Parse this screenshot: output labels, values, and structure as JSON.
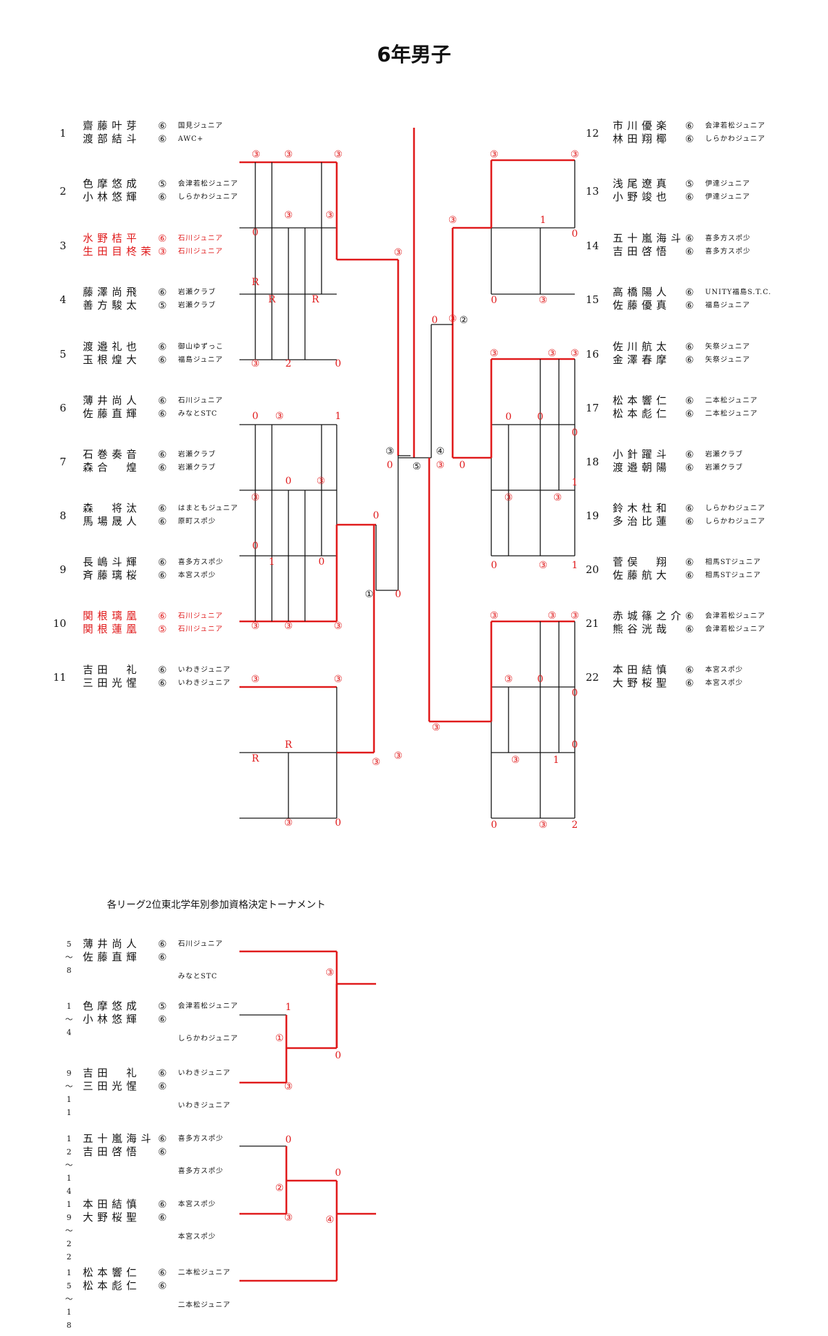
{
  "title": "6年男子",
  "subtitle": "各リーグ2位東北学年別参加資格決定トーナメント",
  "colors": {
    "winner_line": "#e0191a",
    "line": "#111111",
    "winner_text": "#e0191a"
  },
  "left": [
    {
      "seed": "1",
      "highlight": false,
      "players": [
        {
          "name": "齋藤叶芽",
          "grade": "⑥",
          "club": "国見ジュニア"
        },
        {
          "name": "渡部結斗",
          "grade": "⑥",
          "club": "AWC+"
        }
      ]
    },
    {
      "seed": "2",
      "highlight": false,
      "players": [
        {
          "name": "色摩悠成",
          "grade": "⑤",
          "club": "会津若松ジュニア"
        },
        {
          "name": "小林悠輝",
          "grade": "⑥",
          "club": "しらかわジュニア"
        }
      ]
    },
    {
      "seed": "3",
      "highlight": true,
      "players": [
        {
          "name": "水野桔平",
          "grade": "⑥",
          "club": "石川ジュニア"
        },
        {
          "name": "生田目柊茉",
          "grade": "③",
          "club": "石川ジュニア"
        }
      ]
    },
    {
      "seed": "4",
      "highlight": false,
      "players": [
        {
          "name": "藤澤尚飛",
          "grade": "⑥",
          "club": "岩瀬クラブ"
        },
        {
          "name": "善方駿太",
          "grade": "⑤",
          "club": "岩瀬クラブ"
        }
      ]
    },
    {
      "seed": "5",
      "highlight": false,
      "players": [
        {
          "name": "渡邉礼也",
          "grade": "⑥",
          "club": "御山ゆずっこ"
        },
        {
          "name": "玉根煌大",
          "grade": "⑥",
          "club": "福島ジュニア"
        }
      ]
    },
    {
      "seed": "6",
      "highlight": false,
      "players": [
        {
          "name": "薄井尚人",
          "grade": "⑥",
          "club": "石川ジュニア"
        },
        {
          "name": "佐藤直輝",
          "grade": "⑥",
          "club": "みなとSTC"
        }
      ]
    },
    {
      "seed": "7",
      "highlight": false,
      "players": [
        {
          "name": "石巻奏音",
          "grade": "⑥",
          "club": "岩瀬クラブ"
        },
        {
          "name": "森合　煌",
          "grade": "⑥",
          "club": "岩瀬クラブ"
        }
      ]
    },
    {
      "seed": "8",
      "highlight": false,
      "players": [
        {
          "name": "森　将汰",
          "grade": "⑥",
          "club": "はまともジュニア"
        },
        {
          "name": "馬場晟人",
          "grade": "⑥",
          "club": "原町スポ少"
        }
      ]
    },
    {
      "seed": "9",
      "highlight": false,
      "players": [
        {
          "name": "長嶋斗輝",
          "grade": "⑥",
          "club": "喜多方スポ少"
        },
        {
          "name": "斉藤璃桜",
          "grade": "⑥",
          "club": "本宮スポ少"
        }
      ]
    },
    {
      "seed": "10",
      "highlight": true,
      "players": [
        {
          "name": "関根璃凰",
          "grade": "⑥",
          "club": "石川ジュニア"
        },
        {
          "name": "関根蓮凰",
          "grade": "⑤",
          "club": "石川ジュニア"
        }
      ]
    },
    {
      "seed": "11",
      "highlight": false,
      "players": [
        {
          "name": "吉田　礼",
          "grade": "⑥",
          "club": "いわきジュニア"
        },
        {
          "name": "三田光惺",
          "grade": "⑥",
          "club": "いわきジュニア"
        }
      ]
    }
  ],
  "right": [
    {
      "seed": "12",
      "players": [
        {
          "name": "市川優楽",
          "grade": "⑥",
          "club": "会津若松ジュニア"
        },
        {
          "name": "林田翔椰",
          "grade": "⑥",
          "club": "しらかわジュニア"
        }
      ]
    },
    {
      "seed": "13",
      "players": [
        {
          "name": "浅尾遼真",
          "grade": "⑤",
          "club": "伊達ジュニア"
        },
        {
          "name": "小野竣也",
          "grade": "⑥",
          "club": "伊達ジュニア"
        }
      ]
    },
    {
      "seed": "14",
      "players": [
        {
          "name": "五十嵐海斗",
          "grade": "⑥",
          "club": "喜多方スポ少"
        },
        {
          "name": "吉田啓悟",
          "grade": "⑥",
          "club": "喜多方スポ少"
        }
      ]
    },
    {
      "seed": "15",
      "players": [
        {
          "name": "高橋陽人",
          "grade": "⑥",
          "club": "UNITY福島S.T.C."
        },
        {
          "name": "佐藤優真",
          "grade": "⑥",
          "club": "福島ジュニア"
        }
      ]
    },
    {
      "seed": "16",
      "players": [
        {
          "name": "佐川航太",
          "grade": "⑥",
          "club": "矢祭ジュニア"
        },
        {
          "name": "金澤春摩",
          "grade": "⑥",
          "club": "矢祭ジュニア"
        }
      ]
    },
    {
      "seed": "17",
      "players": [
        {
          "name": "松本響仁",
          "grade": "⑥",
          "club": "二本松ジュニア"
        },
        {
          "name": "松本彪仁",
          "grade": "⑥",
          "club": "二本松ジュニア"
        }
      ]
    },
    {
      "seed": "18",
      "players": [
        {
          "name": "小針躍斗",
          "grade": "⑥",
          "club": "岩瀬クラブ"
        },
        {
          "name": "渡邉朝陽",
          "grade": "⑥",
          "club": "岩瀬クラブ"
        }
      ]
    },
    {
      "seed": "19",
      "players": [
        {
          "name": "鈴木杜和",
          "grade": "⑥",
          "club": "しらかわジュニア"
        },
        {
          "name": "多治比蓮",
          "grade": "⑥",
          "club": "しらかわジュニア"
        }
      ]
    },
    {
      "seed": "20",
      "players": [
        {
          "name": "菅俣　翔",
          "grade": "⑥",
          "club": "相馬STジュニア"
        },
        {
          "name": "佐藤航大",
          "grade": "⑥",
          "club": "相馬STジュニア"
        }
      ]
    },
    {
      "seed": "21",
      "players": [
        {
          "name": "赤城篠之介",
          "grade": "⑥",
          "club": "会津若松ジュニア"
        },
        {
          "name": "熊谷洸哉",
          "grade": "⑥",
          "club": "会津若松ジュニア"
        }
      ]
    },
    {
      "seed": "22",
      "players": [
        {
          "name": "本田結慎",
          "grade": "⑥",
          "club": "本宮スポ少"
        },
        {
          "name": "大野桜聖",
          "grade": "⑥",
          "club": "本宮スポ少"
        }
      ]
    }
  ],
  "scores": [
    {
      "t": "③",
      "red": true
    },
    {
      "t": "③",
      "red": true
    },
    {
      "t": "③",
      "red": true
    },
    {
      "t": "③",
      "red": true
    },
    {
      "t": "③",
      "red": true
    },
    {
      "t": "0",
      "red": true
    },
    {
      "t": "R",
      "red": true
    },
    {
      "t": "R",
      "red": true
    },
    {
      "t": "R",
      "red": true
    },
    {
      "t": "③",
      "red": true
    },
    {
      "t": "2",
      "red": true
    },
    {
      "t": "0",
      "red": true
    },
    {
      "t": "0",
      "red": true
    },
    {
      "t": "③",
      "red": true
    },
    {
      "t": "1",
      "red": true
    },
    {
      "t": "0",
      "red": true
    },
    {
      "t": "③",
      "red": true
    },
    {
      "t": "③",
      "red": true
    },
    {
      "t": "0",
      "red": true
    },
    {
      "t": "1",
      "red": true
    },
    {
      "t": "0",
      "red": true
    },
    {
      "t": "③",
      "red": true
    },
    {
      "t": "③",
      "red": true
    },
    {
      "t": "③",
      "red": true
    },
    {
      "t": "③",
      "red": true
    },
    {
      "t": "③",
      "red": true
    },
    {
      "t": "R",
      "red": true
    },
    {
      "t": "R",
      "red": true
    },
    {
      "t": "③",
      "red": true
    },
    {
      "t": "③",
      "red": true
    },
    {
      "t": "0",
      "red": true
    },
    {
      "t": "③",
      "red": true
    },
    {
      "t": "0",
      "red": true
    },
    {
      "t": "0",
      "red": true
    },
    {
      "t": "③",
      "red": true
    },
    {
      "t": "③",
      "red": false
    },
    {
      "t": "0",
      "red": true
    },
    {
      "t": "①",
      "red": false
    },
    {
      "t": "⑤",
      "red": false
    },
    {
      "t": "③",
      "red": true
    },
    {
      "t": "③",
      "red": true
    },
    {
      "t": "③",
      "red": true
    },
    {
      "t": "1",
      "red": true
    },
    {
      "t": "0",
      "red": true
    },
    {
      "t": "0",
      "red": true
    },
    {
      "t": "③",
      "red": true
    },
    {
      "t": "③",
      "red": true
    },
    {
      "t": "0",
      "red": true
    },
    {
      "t": "②",
      "red": false
    },
    {
      "t": "③",
      "red": true
    },
    {
      "t": "③",
      "red": true
    },
    {
      "t": "③",
      "red": true
    },
    {
      "t": "0",
      "red": true
    },
    {
      "t": "0",
      "red": true
    },
    {
      "t": "0",
      "red": true
    },
    {
      "t": "③",
      "red": true
    },
    {
      "t": "③",
      "red": true
    },
    {
      "t": "1",
      "red": true
    },
    {
      "t": "0",
      "red": true
    },
    {
      "t": "③",
      "red": true
    },
    {
      "t": "1",
      "red": true
    },
    {
      "t": "④",
      "red": false
    },
    {
      "t": "③",
      "red": true
    },
    {
      "t": "0",
      "red": true
    },
    {
      "t": "③",
      "red": true
    },
    {
      "t": "③",
      "red": true
    },
    {
      "t": "③",
      "red": true
    },
    {
      "t": "③",
      "red": true
    },
    {
      "t": "0",
      "red": true
    },
    {
      "t": "0",
      "red": true
    },
    {
      "t": "③",
      "red": true
    },
    {
      "t": "1",
      "red": true
    },
    {
      "t": "0",
      "red": true
    },
    {
      "t": "0",
      "red": true
    },
    {
      "t": "③",
      "red": true
    },
    {
      "t": "2",
      "red": true
    },
    {
      "t": "③",
      "red": true
    }
  ],
  "playoff": [
    {
      "range": "5\n〜\n8",
      "players": [
        {
          "name": "薄井尚人",
          "grade": "⑥",
          "club": "石川ジュニア"
        },
        {
          "name": "佐藤直輝",
          "grade": "⑥",
          "club": "みなとSTC"
        }
      ]
    },
    {
      "range": "1\n〜\n4",
      "players": [
        {
          "name": "色摩悠成",
          "grade": "⑤",
          "club": "会津若松ジュニア"
        },
        {
          "name": "小林悠輝",
          "grade": "⑥",
          "club": "しらかわジュニア"
        }
      ]
    },
    {
      "range": "9\n〜\n1\n1",
      "players": [
        {
          "name": "吉田　礼",
          "grade": "⑥",
          "club": "いわきジュニア"
        },
        {
          "name": "三田光惺",
          "grade": "⑥",
          "club": "いわきジュニア"
        }
      ]
    },
    {
      "range": "1\n2\n〜\n1\n4",
      "players": [
        {
          "name": "五十嵐海斗",
          "grade": "⑥",
          "club": "喜多方スポ少"
        },
        {
          "name": "吉田啓悟",
          "grade": "⑥",
          "club": "喜多方スポ少"
        }
      ]
    },
    {
      "range": "1\n9\n〜\n2\n2",
      "players": [
        {
          "name": "本田結慎",
          "grade": "⑥",
          "club": "本宮スポ少"
        },
        {
          "name": "大野桜聖",
          "grade": "⑥",
          "club": "本宮スポ少"
        }
      ]
    },
    {
      "range": "1\n5\n〜\n1\n8",
      "players": [
        {
          "name": "松本響仁",
          "grade": "⑥",
          "club": "二本松ジュニア"
        },
        {
          "name": "松本彪仁",
          "grade": "⑥",
          "club": "二本松ジュニア"
        }
      ]
    }
  ],
  "playoff_scores": [
    {
      "t": "③",
      "red": true
    },
    {
      "t": "1",
      "red": true
    },
    {
      "t": "①",
      "red": true
    },
    {
      "t": "0",
      "red": true
    },
    {
      "t": "③",
      "red": true
    },
    {
      "t": "0",
      "red": true
    },
    {
      "t": "0",
      "red": true
    },
    {
      "t": "②",
      "red": true
    },
    {
      "t": "③",
      "red": true
    },
    {
      "t": "④",
      "red": true
    }
  ]
}
